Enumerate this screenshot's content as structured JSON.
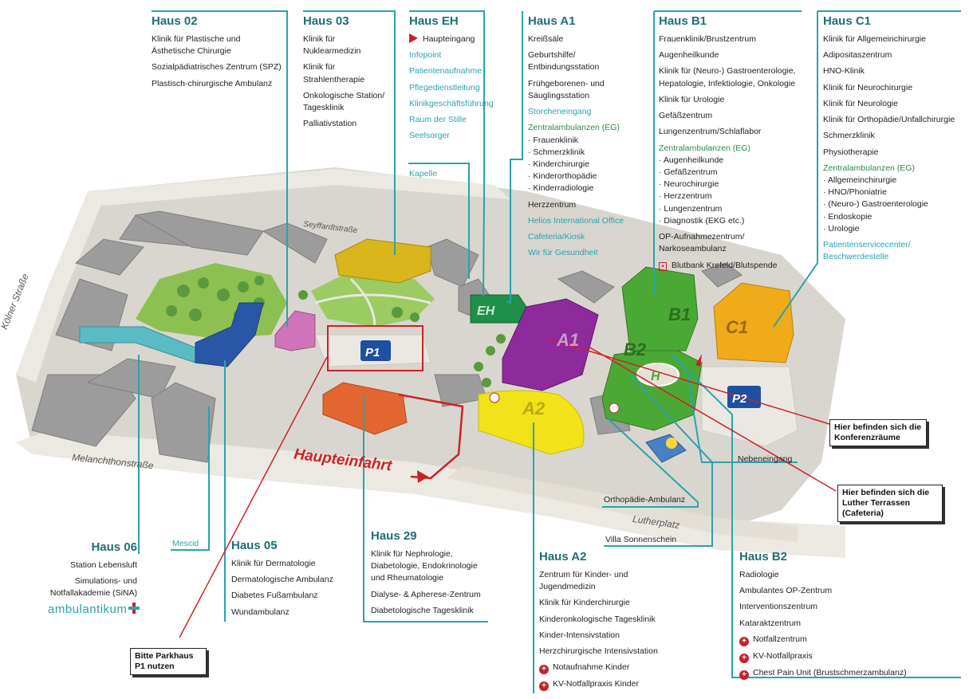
{
  "colors": {
    "teal_line": "#2aa3ad",
    "title_teal": "#1f6f73",
    "green_text": "#2d8a45",
    "red_accent": "#c7202a",
    "building_grey": "#9a9a9a",
    "park_green": "#8cc051",
    "haus_a1": "#8e2a9c",
    "haus_a2": "#f1e21a",
    "haus_b1": "#4aa935",
    "haus_b2": "#4aa935",
    "haus_c1": "#f0ab1a",
    "haus_02": "#cf74b8",
    "haus_03": "#d9b61c",
    "haus_05": "#2a56a8",
    "haus_06": "#5bbbc4",
    "haus_29": "#e2662f",
    "haus_eh": "#1f8f4a"
  },
  "blocks": {
    "haus02": {
      "title": "Haus 02",
      "lines": [
        "Klinik für Plastische und",
        "Ästhetische Chirurgie",
        "Sozialpädiatrisches Zentrum (SPZ)",
        "Plastisch-chirurgische Ambulanz"
      ]
    },
    "haus03": {
      "title": "Haus 03",
      "lines": [
        "Klinik für",
        "Nuklearmedizin",
        "Klinik für",
        "Strahlentherapie",
        "Onkologische Station/",
        "Tagesklinik",
        "Palliativstation"
      ]
    },
    "hauseh": {
      "title": "Haus EH",
      "haupteingang": "Haupteingang",
      "lines": [
        "Infopoint",
        "Patientenaufnahme",
        "Pflegedienstleitung",
        "Klinikgeschäftsführung",
        "Raum der Stille",
        "Seelsorger"
      ],
      "kapelle": "Kapelle"
    },
    "hausa1": {
      "title": "Haus A1",
      "lines": [
        "Kreißsäle",
        "Geburtshilfe/",
        "Entbindungsstation",
        "Frühgeborenen- und",
        "Säuglingsstation"
      ],
      "storch": "Storcheneingang",
      "zentral": "Zentralambulanzen (EG)",
      "zentral_items": [
        "· Frauenklinik",
        "· Schmerzklinik",
        "· Kinderchirurgie",
        "· Kinderorthopädie",
        "· Kinderradiologie"
      ],
      "herz": "Herzzentrum",
      "teal_lines": [
        "Helios International Office",
        "Cafeteria/Kiosk",
        "Wir für Gesundheit"
      ]
    },
    "hausb1": {
      "title": "Haus B1",
      "lines": [
        "Frauenklinik/Brustzentrum",
        "Augenheilkunde",
        "Klinik für (Neuro-) Gastroenterologie,",
        "Hepatologie, Infektiologie, Onkologie",
        "Klinik für Urologie",
        "Gefäßzentrum",
        "Lungenzentrum/Schlaflabor"
      ],
      "zentral": "Zentralambulanzen (EG)",
      "zentral_items": [
        "· Augenheilkunde",
        "· Gefäßzentrum",
        "· Neurochirurgie",
        "· Herzzentrum",
        "· Lungenzentrum",
        "· Diagnostik (EKG etc.)"
      ],
      "op": [
        "OP-Aufnahmezentrum/",
        "Narkoseambulanz"
      ],
      "blutbank": "Blutbank Krefeld/Blutspende"
    },
    "hausc1": {
      "title": "Haus C1",
      "lines": [
        "Klinik für Allgemeinchirurgie",
        "Adipositaszentrum",
        "HNO-Klinik",
        "Klinik für Neurochirurgie",
        "Klinik für Neurologie",
        "Klinik für Orthopädie/Unfallchirurgie",
        "Schmerzklinik",
        "Physiotherapie"
      ],
      "zentral": "Zentralambulanzen (EG)",
      "zentral_items": [
        "· Allgemeinchirurgie",
        "· HNO/Phoniatrie",
        "· (Neuro-) Gastroenterologie",
        "· Endoskopie",
        "· Urologie"
      ],
      "teal_lines": [
        "Patientenservicecenter/",
        "Beschwerdestelle"
      ]
    },
    "haus06": {
      "title": "Haus 06",
      "lines": [
        "Station Lebensluft",
        "Simulations- und",
        "Notfallakademie (SiNA)"
      ],
      "logo": "ambulantikum"
    },
    "haus05": {
      "title": "Haus 05",
      "lines": [
        "Klinik für Dermatologie",
        "Dermatologische Ambulanz",
        "Diabetes Fußambulanz",
        "Wundambulanz"
      ]
    },
    "haus29": {
      "title": "Haus 29",
      "lines": [
        "Klinik für Nephrologie,",
        "Diabetologie, Endokrinologie",
        "und Rheumatologie",
        "Dialyse- & Apherese-Zentrum",
        "Diabetologische Tagesklinik"
      ]
    },
    "hausa2": {
      "title": "Haus A2",
      "lines": [
        "Zentrum für Kinder- und",
        "Jugendmedizin",
        "Klinik für Kinderchirurgie",
        "Kinderonkologische Tagesklinik",
        "Kinder-Intensivstation",
        "Herzchirurgische Intensivstation"
      ],
      "cross_lines": [
        "Notaufnahme Kinder",
        "KV-Notfallpraxis Kinder"
      ]
    },
    "hausb2": {
      "title": "Haus B2",
      "lines": [
        "Radiologie",
        "Ambulantes OP-Zentrum",
        "Interventionszentrum",
        "Kataraktzentrum"
      ],
      "cross_lines": [
        "Notfallzentrum",
        "KV-Notfallpraxis",
        "Chest Pain Unit (Brustschmerzambulanz)"
      ]
    }
  },
  "map_labels": {
    "mescid": "Mescid",
    "nebeneingang": "Nebeneingang",
    "orthopaedie": "Orthopädie-Ambulanz",
    "villa": "Villa Sonnenschein",
    "haupteinfahrt": "Haupteinfahrt"
  },
  "streets": {
    "koelner": "Kölner Straße",
    "seyffardt": "Seyffardtstraße",
    "melanchthon": "Melanchthonstraße",
    "luther": "Lutherplatz"
  },
  "buildings": {
    "a1": "A1",
    "a2": "A2",
    "b1": "B1",
    "b2": "B2",
    "c1": "C1",
    "eh": "EH",
    "p1": "P1",
    "p2": "P2",
    "heli": "H"
  },
  "callouts": {
    "konferenz": [
      "Hier befinden sich die",
      "Konferenzräume"
    ],
    "luther": [
      "Hier befinden sich die",
      "Luther Terrassen",
      "(Cafeteria)"
    ],
    "parkhaus": [
      "Bitte Parkhaus",
      "P1 nutzen"
    ]
  }
}
